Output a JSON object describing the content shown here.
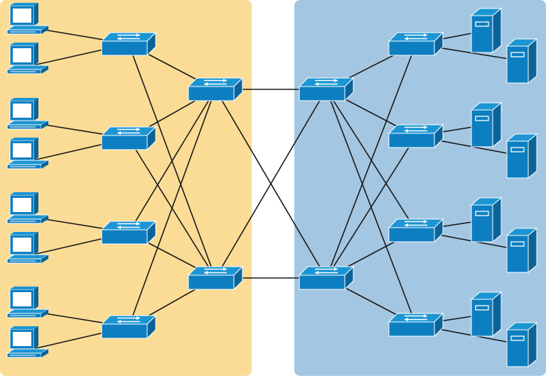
{
  "diagram": {
    "zones": [
      {
        "id": "campus",
        "fill": "#fbdc96"
      },
      {
        "id": "datacenter",
        "fill": "#a3c7e3"
      }
    ],
    "device_color": "#0d7fc1",
    "device_top_color": "#1b95d3",
    "device_side_color": "#0a6499",
    "line_color": "#1a1a1a",
    "devices": [
      {
        "id": "pc1",
        "type": "pc"
      },
      {
        "id": "pc2",
        "type": "pc"
      },
      {
        "id": "pc3",
        "type": "pc"
      },
      {
        "id": "pc4",
        "type": "pc"
      },
      {
        "id": "pc5",
        "type": "pc"
      },
      {
        "id": "pc6",
        "type": "pc"
      },
      {
        "id": "pc7",
        "type": "pc"
      },
      {
        "id": "pc8",
        "type": "pc"
      },
      {
        "id": "acc1",
        "type": "switch"
      },
      {
        "id": "acc2",
        "type": "switch"
      },
      {
        "id": "acc3",
        "type": "switch"
      },
      {
        "id": "acc4",
        "type": "switch"
      },
      {
        "id": "dist1",
        "type": "switch"
      },
      {
        "id": "dist2",
        "type": "switch"
      },
      {
        "id": "core1",
        "type": "switch"
      },
      {
        "id": "core2",
        "type": "switch"
      },
      {
        "id": "dc1",
        "type": "switch"
      },
      {
        "id": "dc2",
        "type": "switch"
      },
      {
        "id": "dc3",
        "type": "switch"
      },
      {
        "id": "dc4",
        "type": "switch"
      },
      {
        "id": "srv1",
        "type": "server"
      },
      {
        "id": "srv2",
        "type": "server"
      },
      {
        "id": "srv3",
        "type": "server"
      },
      {
        "id": "srv4",
        "type": "server"
      },
      {
        "id": "srv5",
        "type": "server"
      },
      {
        "id": "srv6",
        "type": "server"
      },
      {
        "id": "srv7",
        "type": "server"
      },
      {
        "id": "srv8",
        "type": "server"
      }
    ],
    "links": [
      [
        "pc1",
        "acc1"
      ],
      [
        "pc2",
        "acc1"
      ],
      [
        "pc3",
        "acc2"
      ],
      [
        "pc4",
        "acc2"
      ],
      [
        "pc5",
        "acc3"
      ],
      [
        "pc6",
        "acc3"
      ],
      [
        "pc7",
        "acc4"
      ],
      [
        "pc8",
        "acc4"
      ],
      [
        "acc1",
        "dist1"
      ],
      [
        "acc1",
        "dist2"
      ],
      [
        "acc2",
        "dist1"
      ],
      [
        "acc2",
        "dist2"
      ],
      [
        "acc3",
        "dist1"
      ],
      [
        "acc3",
        "dist2"
      ],
      [
        "acc4",
        "dist1"
      ],
      [
        "acc4",
        "dist2"
      ],
      [
        "dist1",
        "core1"
      ],
      [
        "dist1",
        "core2"
      ],
      [
        "dist2",
        "core1"
      ],
      [
        "dist2",
        "core2"
      ],
      [
        "core1",
        "dc1"
      ],
      [
        "core1",
        "dc2"
      ],
      [
        "core1",
        "dc3"
      ],
      [
        "core1",
        "dc4"
      ],
      [
        "core2",
        "dc1"
      ],
      [
        "core2",
        "dc2"
      ],
      [
        "core2",
        "dc3"
      ],
      [
        "core2",
        "dc4"
      ],
      [
        "dc1",
        "srv1"
      ],
      [
        "dc1",
        "srv2"
      ],
      [
        "dc2",
        "srv3"
      ],
      [
        "dc2",
        "srv4"
      ],
      [
        "dc3",
        "srv5"
      ],
      [
        "dc3",
        "srv6"
      ],
      [
        "dc4",
        "srv7"
      ],
      [
        "dc4",
        "srv8"
      ]
    ]
  }
}
